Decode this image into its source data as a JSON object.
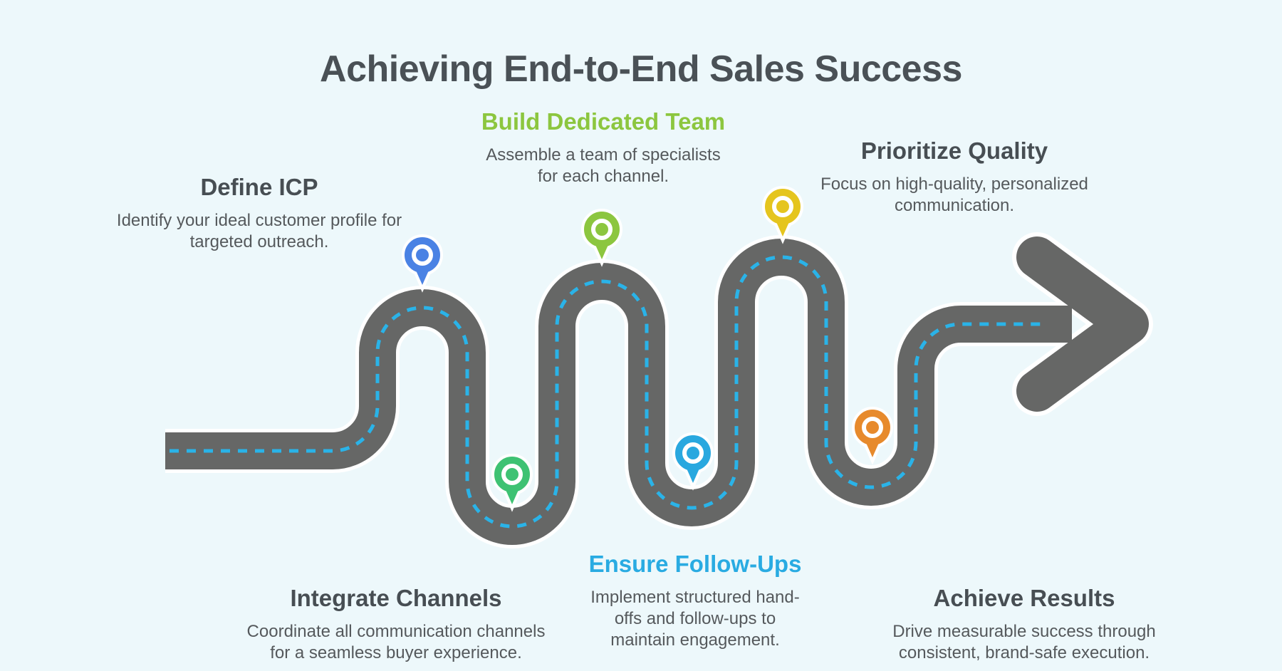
{
  "background_color": "#edf8fb",
  "title": {
    "text": "Achieving End-to-End Sales Success",
    "color": "#4a5156"
  },
  "road": {
    "color": "#666766",
    "centerline_color": "#2ab3e8",
    "casing_color": "#ffffff",
    "description": "winding road with dashed centerline ending in right-pointing arrow"
  },
  "body_text_color": "#55595c",
  "steps": [
    {
      "name": "define-icp",
      "title": "Define ICP",
      "title_color": "#474e53",
      "description": "Identify your ideal customer profile for\ntargeted outreach.",
      "pin_color": "#4a82e4"
    },
    {
      "name": "integrate-channels",
      "title": "Integrate Channels",
      "title_color": "#474e53",
      "description": "Coordinate all communication channels\nfor a seamless buyer experience.",
      "pin_color": "#3ec273"
    },
    {
      "name": "build-dedicated-team",
      "title": "Build Dedicated Team",
      "title_color": "#8cc63f",
      "description": "Assemble a team of specialists\nfor each channel.",
      "pin_color": "#8cc63f"
    },
    {
      "name": "ensure-follow-ups",
      "title": "Ensure Follow-Ups",
      "title_color": "#29abe2",
      "description": "Implement structured hand-\noffs and follow-ups to\nmaintain engagement.",
      "pin_color": "#29a8df"
    },
    {
      "name": "prioritize-quality",
      "title": "Prioritize Quality",
      "title_color": "#474e53",
      "description": "Focus on high-quality, personalized\ncommunication.",
      "pin_color": "#e5c51e"
    },
    {
      "name": "achieve-results",
      "title": "Achieve Results",
      "title_color": "#474e53",
      "description": "Drive measurable success through\nconsistent, brand-safe execution.",
      "pin_color": "#e78a2c"
    }
  ]
}
